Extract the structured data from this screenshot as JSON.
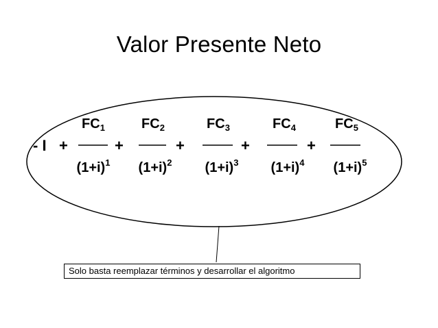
{
  "title": "Valor Presente Neto",
  "formula": {
    "initial": "- I",
    "plus": "+",
    "terms": [
      {
        "num": "FC",
        "num_sub": "1",
        "den": "(1+i)",
        "den_sup": "1"
      },
      {
        "num": "FC",
        "num_sub": "2",
        "den": "(1+i)",
        "den_sup": "2"
      },
      {
        "num": "FC",
        "num_sub": "3",
        "den": "(1+i)",
        "den_sup": "3"
      },
      {
        "num": "FC",
        "num_sub": "4",
        "den": "(1+i)",
        "den_sup": "4"
      },
      {
        "num": "FC",
        "num_sub": "5",
        "den": "(1+i)",
        "den_sup": "5"
      }
    ]
  },
  "note": "Solo basta reemplazar términos y desarrollar el algoritmo"
}
